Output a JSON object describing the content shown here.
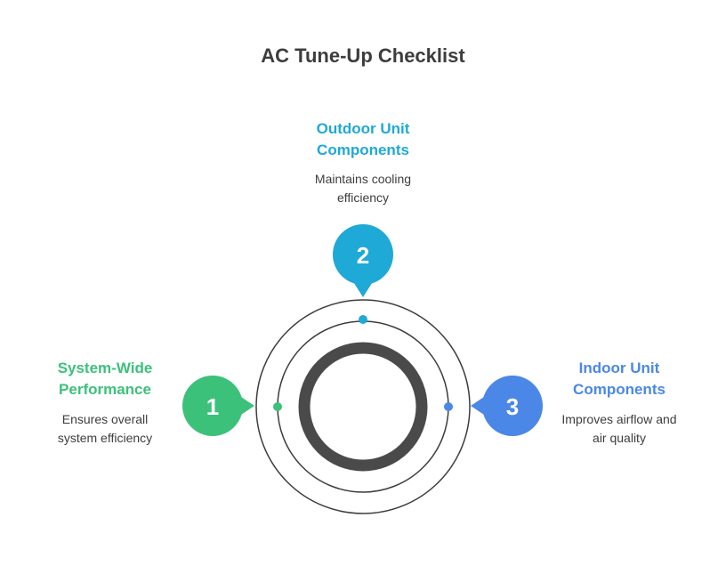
{
  "title": "AC Tune-Up Checklist",
  "items": [
    {
      "number": "1",
      "heading_line1": "System-Wide",
      "heading_line2": "Performance",
      "desc_line1": "Ensures overall",
      "desc_line2": "system efficiency",
      "color": "#3cc17b"
    },
    {
      "number": "2",
      "heading_line1": "Outdoor Unit",
      "heading_line2": "Components",
      "desc_line1": "Maintains cooling",
      "desc_line2": "efficiency",
      "color": "#1fa9d6"
    },
    {
      "number": "3",
      "heading_line1": "Indoor Unit",
      "heading_line2": "Components",
      "desc_line1": "Improves airflow and",
      "desc_line2": "air quality",
      "color": "#4b87e6"
    }
  ],
  "colors": {
    "ring": "#3d3d3d",
    "core": "#4a4a4a",
    "text": "#3d3d3d"
  }
}
